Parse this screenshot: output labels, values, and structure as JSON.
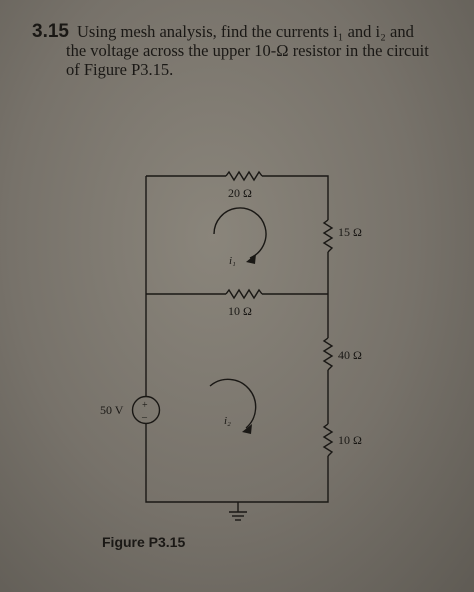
{
  "problem": {
    "number": "3.15",
    "line1": "Using mesh analysis, find the currents i₁ and i₂ and",
    "line2": "the voltage across the upper 10-Ω resistor in the circuit",
    "line3": "of Figure P3.15."
  },
  "circuit": {
    "r_top": "20 Ω",
    "r_mid": "10 Ω",
    "r_right_upper": "15 Ω",
    "r_right_mid": "40 Ω",
    "r_right_lower": "10 Ω",
    "source": "50 V",
    "source_plus": "+",
    "source_minus": "–",
    "mesh1": "i₁",
    "mesh2": "i₂"
  },
  "figure_caption": "Figure P3.15",
  "colors": {
    "ink": "#1a1815",
    "paper": "#7f7a71"
  }
}
